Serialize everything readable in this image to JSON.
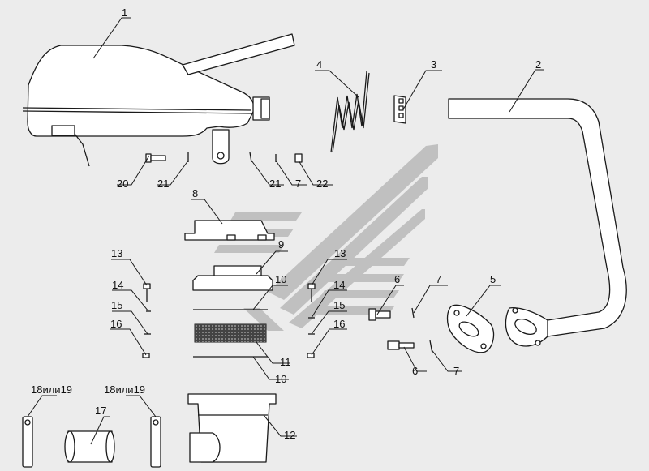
{
  "colors": {
    "background": "#ececec",
    "line": "#1a1a1a",
    "watermark": "#b9b9b9"
  },
  "watermark": {
    "icon": "shield-stripes-logo"
  },
  "callouts": {
    "c1": "1",
    "c2": "2",
    "c3": "3",
    "c4": "4",
    "c5": "5",
    "c6a": "6",
    "c6b": "6",
    "c7a": "7",
    "c7b": "7",
    "c7c": "7",
    "c8": "8",
    "c9": "9",
    "c10a": "10",
    "c10b": "10",
    "c11": "11",
    "c12": "12",
    "c13a": "13",
    "c13b": "13",
    "c14a": "14",
    "c14b": "14",
    "c15a": "15",
    "c15b": "15",
    "c16a": "16",
    "c16b": "16",
    "c17": "17",
    "c18a": "18или19",
    "c18b": "18или19",
    "c20": "20",
    "c21a": "21",
    "c21b": "21",
    "c22": "22"
  }
}
